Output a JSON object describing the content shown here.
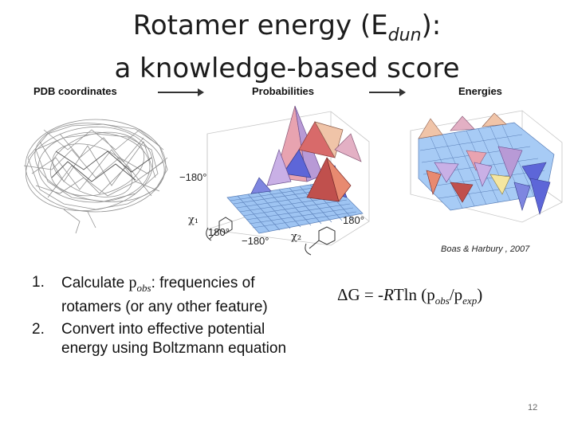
{
  "title": {
    "line1_main": "Rotamer energy (E",
    "line1_sub": "dun",
    "line1_end": "):",
    "line2": "a knowledge-based score"
  },
  "figure": {
    "label_pdb": "PDB coordinates",
    "label_prob": "Probabilities",
    "label_energy": "Energies",
    "axis_minus180_a": "−180°",
    "axis_180_a": "180°",
    "axis_180_b": "180°",
    "axis_minus180_b": "−180°",
    "chi1": "χ₁",
    "chi2": "χ₂"
  },
  "citation": "Boas & Harbury , 2007",
  "list": {
    "item1_num": "1.",
    "item1_pre": "Calculate ",
    "item1_p": "p",
    "item1_sub": "obs",
    "item1_post": ": frequencies of rotamers (or any other feature)",
    "item2_num": "2.",
    "item2_text": "Convert into effective potential energy using Boltzmann equation"
  },
  "equation": {
    "part1": "ΔG = -",
    "R": "R",
    "part2": "Tln (p",
    "sub1": "obs",
    "part3": "/p",
    "sub2": "exp",
    "part4": ")"
  },
  "page_number": "12"
}
